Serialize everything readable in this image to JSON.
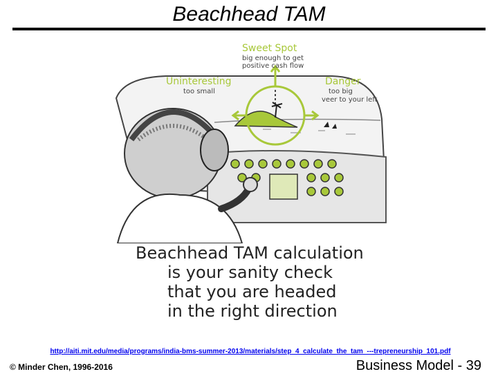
{
  "slide": {
    "title": "Beachhead TAM",
    "caption_lines": [
      "Beachhead TAM calculation",
      "is your sanity check",
      "that you are headed",
      "in the right direction"
    ],
    "source_url": "http://aiti.mit.edu/media/programs/india-bms-summer-2013/materials/step_4_calculate_the_tam_---trepreneurship_101.pdf",
    "copyright": "© Minder Chen, 1996-2016",
    "slide_number": "Business Model - 39"
  },
  "illustration": {
    "sweet_spot_title": "Sweet Spot",
    "sweet_spot_line1": "big enough to get",
    "sweet_spot_line2": "positive cash flow",
    "uninteresting_title": "Uninteresting",
    "uninteresting_sub": "too small",
    "danger_title": "Danger",
    "danger_line1": "too big",
    "danger_line2": "veer to your left",
    "accent_color": "#a8c83a"
  }
}
